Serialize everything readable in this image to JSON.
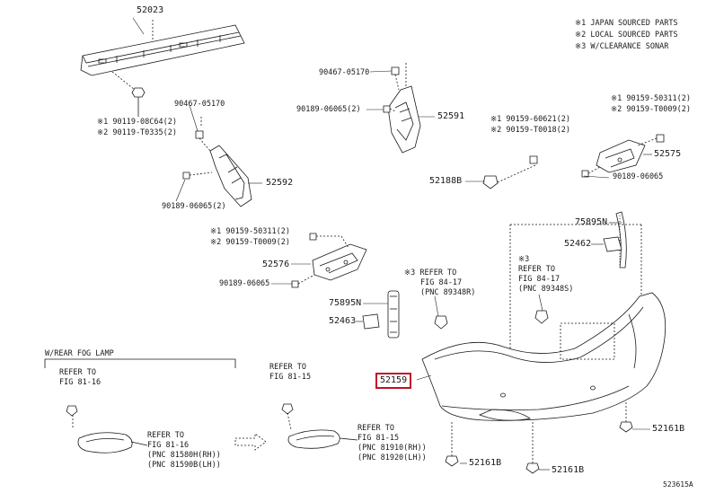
{
  "legend": {
    "l1": "※1 JAPAN SOURCED PARTS",
    "l2": "※2 LOCAL SOURCED PARTS",
    "l3": "※3 W/CLEARANCE SONAR"
  },
  "parts": {
    "p52023": "52023",
    "p90467_top": "90467-05170",
    "p90189_top": "90189-06065(2)",
    "p52591": "52591",
    "p90119_1": "※1 90119-08C64(2)",
    "p90119_2": "※2 90119-T0335(2)",
    "p90467_mid": "90467-05170",
    "p52592": "52592",
    "p90189_mid": "90189-06065(2)",
    "p90159_a1": "※1 90159-60621(2)",
    "p90159_a2": "※2 90159-T0018(2)",
    "p52188b": "52188B",
    "p90159_r1": "※1 90159-50311(2)",
    "p90159_r2": "※2 90159-T0009(2)",
    "p52575": "52575",
    "p90189_r": "90189-06065",
    "p75895n_r": "75895N",
    "p52462": "52462",
    "p90159_c1": "※1 90159-50311(2)",
    "p90159_c2": "※2 90159-T0009(2)",
    "p52576": "52576",
    "p90189_c": "90189-06065",
    "p75895n_c": "75895N",
    "p52463": "52463",
    "p52159": "52159",
    "p52161b_1": "52161B",
    "p52161b_2": "52161B",
    "p52161b_3": "52161B"
  },
  "refs": {
    "sonar_left_1": "※3 REFER TO",
    "sonar_left_2": "FIG 84-17",
    "sonar_left_3": "(PNC 89348R)",
    "sonar_right_0": "※3",
    "sonar_right_1": "REFER TO",
    "sonar_right_2": "FIG 84-17",
    "sonar_right_3": "(PNC 89348S)",
    "rfog_title": "W/REAR FOG LAMP",
    "rfog_ref1_1": "REFER TO",
    "rfog_ref1_2": "FIG 81-16",
    "rfog_ref2_1": "REFER TO",
    "rfog_ref2_2": "FIG 81-16",
    "rfog_ref2_3": "(PNC 81580H(RH))",
    "rfog_ref2_4": "(PNC 81590B(LH))",
    "refl_ref1_1": "REFER TO",
    "refl_ref1_2": "FIG 81-15",
    "refl_ref2_1": "REFER TO",
    "refl_ref2_2": "FIG 81-15",
    "refl_ref2_3": "(PNC 81910(RH))",
    "refl_ref2_4": "(PNC 81920(LH))"
  },
  "diagram_id": "523615A"
}
